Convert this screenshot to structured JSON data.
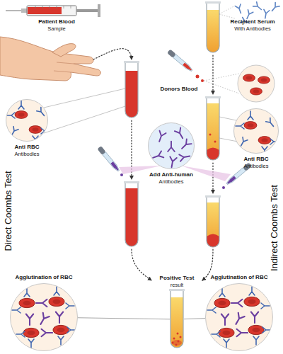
{
  "diagram": {
    "nodes": [
      {
        "text": [
          "Patient Blood",
          "Sample"
        ]
      },
      {
        "text": [
          "Recipient Serum",
          "With Antibodies"
        ]
      },
      {
        "text": [
          "Donors Blood"
        ]
      },
      {
        "text": [
          "Anti RBC",
          "Antibodies"
        ]
      },
      {
        "text": [
          "Add Anti-human",
          "Antibodies"
        ]
      },
      {
        "text": [
          "Anti RBC",
          "Antibodies"
        ]
      },
      {
        "text": [
          "Positive Test",
          "result"
        ]
      },
      {
        "text": [
          "Agglutination of RBC"
        ]
      },
      {
        "text": [
          "Agglutination of RBC"
        ]
      }
    ],
    "edges": [
      {
        "from": 6,
        "to": 7,
        "arrow": "none"
      },
      {
        "from": 6,
        "to": 8,
        "arrow": "none"
      }
    ],
    "labels": [
      "Direct Coombs Test",
      "Indirect Coombs Test"
    ]
  }
}
